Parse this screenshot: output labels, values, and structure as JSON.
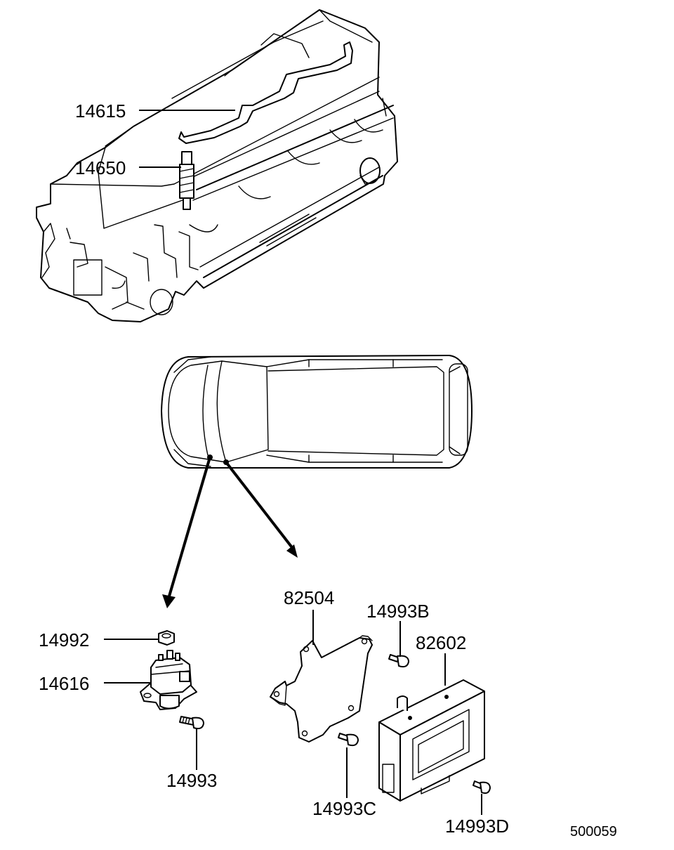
{
  "parts": {
    "p14615": "14615",
    "p14650": "14650",
    "p82504": "82504",
    "p14993B": "14993B",
    "p82602": "82602",
    "p14992": "14992",
    "p14616": "14616",
    "p14993": "14993",
    "p14993C": "14993C",
    "p14993D": "14993D"
  },
  "diagram_ref": "500059"
}
